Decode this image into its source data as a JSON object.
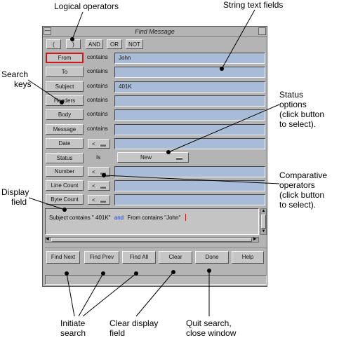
{
  "window": {
    "title": "Find Message",
    "logical_operators": [
      "(",
      ")",
      "AND",
      "OR",
      "NOT"
    ],
    "search_rows": [
      {
        "key": "From",
        "relation": "contains",
        "value": "John"
      },
      {
        "key": "To",
        "relation": "contains",
        "value": ""
      },
      {
        "key": "Subject",
        "relation": "contains",
        "value": "401K"
      },
      {
        "key": "Headers",
        "relation": "contains",
        "value": ""
      },
      {
        "key": "Body",
        "relation": "contains",
        "value": ""
      },
      {
        "key": "Message",
        "relation": "contains",
        "value": ""
      },
      {
        "key": "Date",
        "relation": "<",
        "value": ""
      },
      {
        "key": "Status",
        "relation": "Is",
        "value": "New"
      },
      {
        "key": "Number",
        "relation": "<",
        "value": ""
      },
      {
        "key": "Line Count",
        "relation": "<",
        "value": ""
      },
      {
        "key": "Byte Count",
        "relation": "<",
        "value": ""
      }
    ],
    "display": {
      "part1": "Subject contains \" 401K\"",
      "conjunction": "and",
      "part2": "From contains \"John\"",
      "conjunction_color": "#1a3cc8",
      "cursor_color": "#d01818"
    },
    "actions": [
      "Find Next",
      "Find Prev",
      "Find All",
      "Clear",
      "Done",
      "Help"
    ],
    "field_color": "#a8bcd8",
    "window_color": "#b4b4b4"
  },
  "callouts": {
    "logical_operators": "Logical operators",
    "string_text_fields": "String text fields",
    "search_keys": [
      "Search",
      "keys"
    ],
    "status_options": [
      "Status",
      "options",
      "(click button",
      "to select)."
    ],
    "display_field": [
      "Display",
      "field"
    ],
    "comparative_operators": [
      "Comparative",
      "operators",
      "(click button",
      "to select)."
    ],
    "initiate_search": [
      "Initiate",
      "search"
    ],
    "clear_display_field": [
      "Clear display",
      "field"
    ],
    "quit_search": [
      "Quit search,",
      "close window"
    ]
  }
}
